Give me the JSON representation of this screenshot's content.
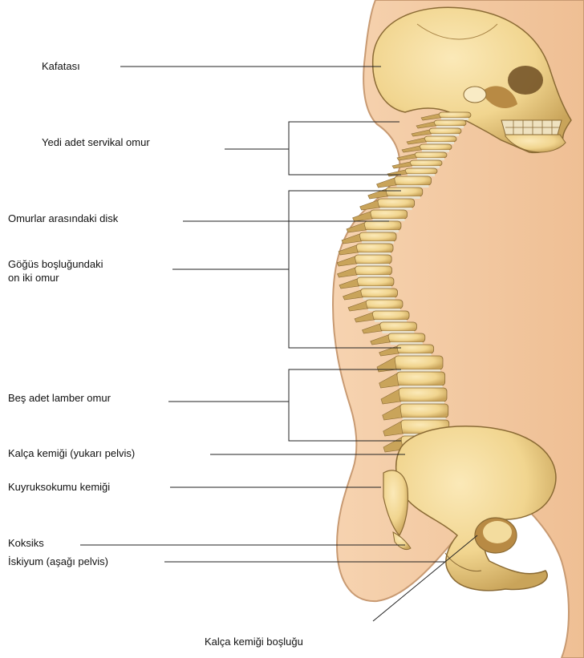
{
  "labels": {
    "skull": "Kafatası",
    "cervical": "Yedi adet servikal omur",
    "disc": "Omurlar arasındaki disk",
    "thoracic_1": "Göğüs  boşluğundaki",
    "thoracic_2": "on iki omur",
    "lumbar": "Beş adet lamber omur",
    "ilium": "Kalça kemiği (yukarı pelvis)",
    "sacrum": "Kuyruksokumu kemiği",
    "coccyx": "Koksiks",
    "ischium": "İskiyum (aşağı pelvis)",
    "hip_socket": "Kalça kemiği boşluğu"
  },
  "colors": {
    "skin": "#f2c8a0",
    "skin_outline": "#c89a72",
    "bone": "#f1d58f",
    "bone_shade": "#c9a45a",
    "bone_outline": "#8a6a34",
    "leader_line": "#222222"
  }
}
